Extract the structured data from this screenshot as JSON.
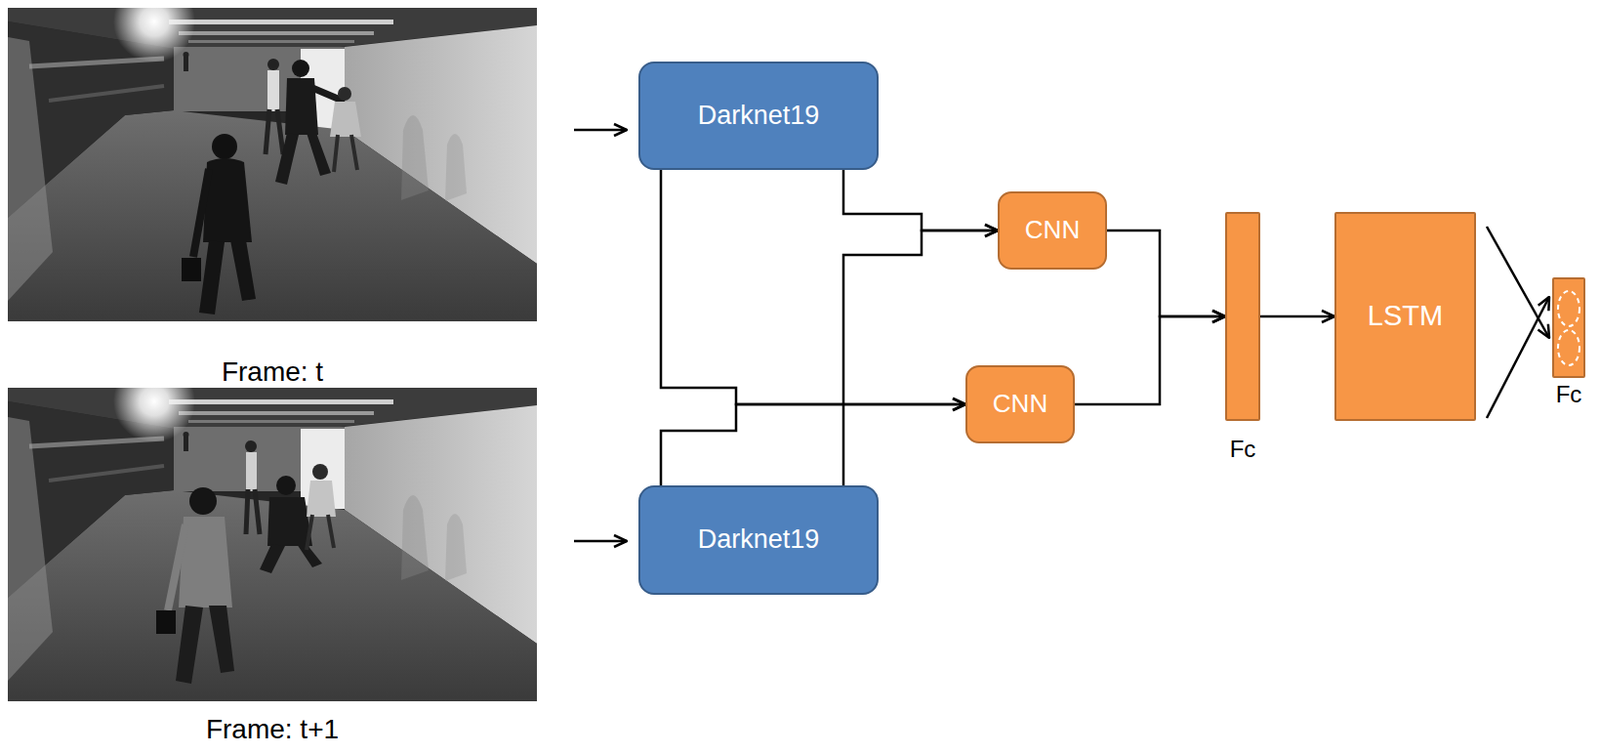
{
  "diagram": {
    "nodes": [
      {
        "text": [
          "Darknet19"
        ]
      },
      {
        "text": [
          "Darknet19"
        ]
      },
      {
        "text": [
          "CNN"
        ]
      },
      {
        "text": [
          "CNN"
        ]
      },
      {
        "text": [
          "Fc"
        ]
      },
      {
        "text": [
          "LSTM"
        ]
      },
      {
        "text": [
          "Fc"
        ]
      }
    ],
    "edges": [
      {
        "from": 0,
        "to": 2,
        "arrow": "to"
      },
      {
        "from": 1,
        "to": 2,
        "arrow": "to"
      },
      {
        "from": 0,
        "to": 3,
        "arrow": "to"
      },
      {
        "from": 1,
        "to": 3,
        "arrow": "to"
      },
      {
        "from": 2,
        "to": 4,
        "arrow": "to"
      },
      {
        "from": 3,
        "to": 4,
        "arrow": "to"
      },
      {
        "from": 4,
        "to": 5,
        "arrow": "to"
      },
      {
        "from": 5,
        "to": 6,
        "arrow": "to"
      }
    ],
    "labels": [
      "Frame: t",
      "Frame: t+1"
    ]
  }
}
